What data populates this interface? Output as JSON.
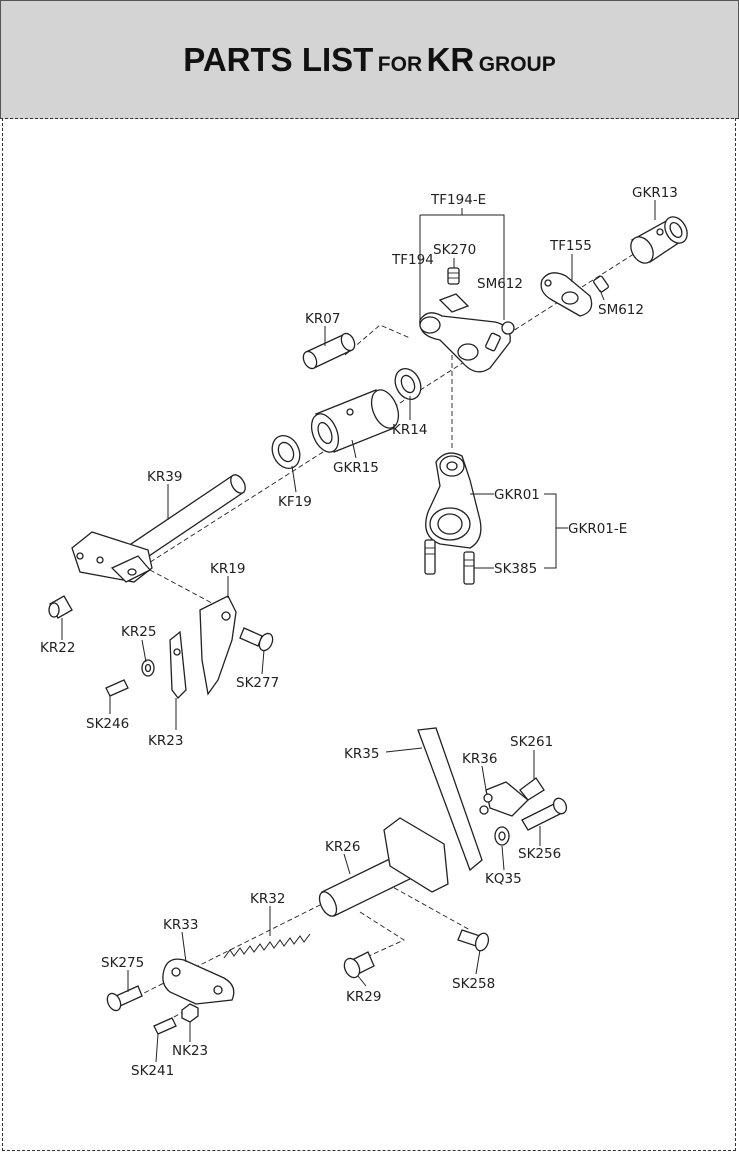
{
  "header": {
    "title_part1": "PARTS LIST",
    "title_part2": "FOR",
    "title_part3": "KR",
    "title_part4": "GROUP"
  },
  "labels": {
    "tf194e": "TF194-E",
    "tf194": "TF194",
    "sk270": "SK270",
    "sm612a": "SM612",
    "tf155": "TF155",
    "gkr13": "GKR13",
    "sm612b": "SM612",
    "kr07": "KR07",
    "kr14": "KR14",
    "gkr15": "GKR15",
    "kr39": "KR39",
    "kf19": "KF19",
    "gkr01": "GKR01",
    "gkr01e": "GKR01-E",
    "sk385": "SK385",
    "kr19": "KR19",
    "kr22": "KR22",
    "kr25": "KR25",
    "sk277": "SK277",
    "sk246": "SK246",
    "kr23": "KR23",
    "kr35": "KR35",
    "kr36": "KR36",
    "sk261": "SK261",
    "sk256": "SK256",
    "kq35": "KQ35",
    "kr26": "KR26",
    "kr32": "KR32",
    "kr33": "KR33",
    "sk275": "SK275",
    "kr29": "KR29",
    "sk258": "SK258",
    "nk23": "NK23",
    "sk241": "SK241"
  }
}
